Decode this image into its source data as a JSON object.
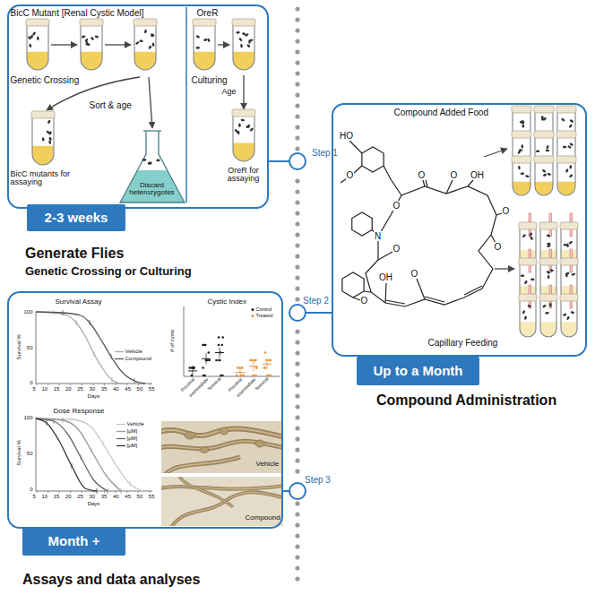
{
  "diagram": {
    "nodes": [
      {
        "text": [
          "BicC Mutant [Renal Cystic Model]",
          "OreR",
          "Genetic Crossing",
          "Sort & age",
          "Discard heterozygotes",
          "BicC mutants for assaying",
          "Culturing",
          "Age",
          "OreR for assaying"
        ]
      },
      {
        "text": [
          "2-3 weeks"
        ]
      },
      {
        "text": [
          "Compound Added Food",
          "Capillary Feeding",
          "HO",
          "O",
          "O",
          "O",
          "O",
          "OH",
          "O",
          "O",
          "N",
          "O",
          "O",
          "OH",
          "O"
        ]
      },
      {
        "text": [
          "Up to a Month"
        ]
      },
      {
        "text": [
          "Survival Assay",
          "100",
          "50",
          "0",
          "Survival %",
          "5 10 15 20 25 30 35 40 45 50 55",
          "Days",
          "Vehicle",
          "Compound",
          "Cystic Index",
          "# of cysts",
          "Control",
          "Treated",
          "Proximal",
          "Intermediate",
          "Terminal",
          "Proximal",
          "Intermediate",
          "Terminal",
          "Dose Response",
          "100",
          "50",
          "0",
          "Survival %",
          "5 10 15 20 25 30 35 40 45 50 55",
          "Days",
          "Vehicle",
          "[μM]",
          "[μM]",
          "[μM]",
          "Vehicle",
          "Compound"
        ]
      },
      {
        "text": [
          "Month +"
        ]
      }
    ],
    "labels": [
      "Step 1",
      "Step 2",
      "Step 3",
      "Generate Flies",
      "Genetic Crossing or Culturing",
      "Compound Administration",
      "Assays and data analyses"
    ]
  }
}
